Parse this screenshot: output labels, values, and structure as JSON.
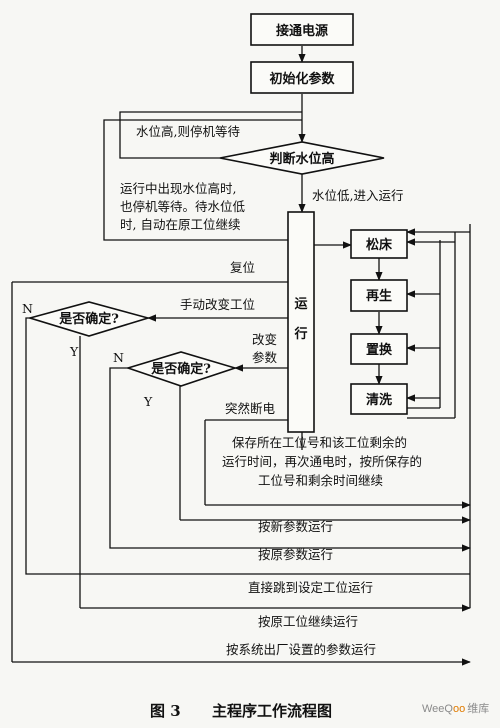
{
  "figure": {
    "caption_num": "图 3",
    "caption_title": "主程序工作流程图"
  },
  "nodes": {
    "power_on": "接通电源",
    "init": "初始化参数",
    "judge_level": "判断水位高",
    "run": "运\n行",
    "loosen": "松床",
    "regen": "再生",
    "replace": "置换",
    "clean": "清洗",
    "confirm1": "是否确定?",
    "confirm2": "是否确定?"
  },
  "labels": {
    "high_wait": "水位高,则停机等待",
    "low_run": "水位低,进入运行",
    "note_high_line1": "运行中出现水位高时,",
    "note_high_line2": "也停机等待。待水位低",
    "note_high_line3": "时, 自动在原工位继续",
    "reset": "复位",
    "manual_change": "手动改变工位",
    "change_params_line1": "改变",
    "change_params_line2": "参数",
    "power_fail": "突然断电",
    "n1": "N",
    "y1": "Y",
    "n2": "N",
    "y2": "Y",
    "save_line1": "保存所在工位号和该工位剩余的",
    "save_line2": "运行时间，再次通电时，按所保存的",
    "save_line3": "工位号和剩余时间继续",
    "run_new_params": "按新参数运行",
    "run_orig_params": "按原参数运行",
    "jump_station": "直接跳到设定工位运行",
    "continue_orig": "按原工位继续运行",
    "factory_params": "按系统出厂设置的参数运行"
  },
  "watermark": {
    "brand_a": "WeeQ",
    "brand_b": "oo",
    "brand_c": "维库"
  }
}
